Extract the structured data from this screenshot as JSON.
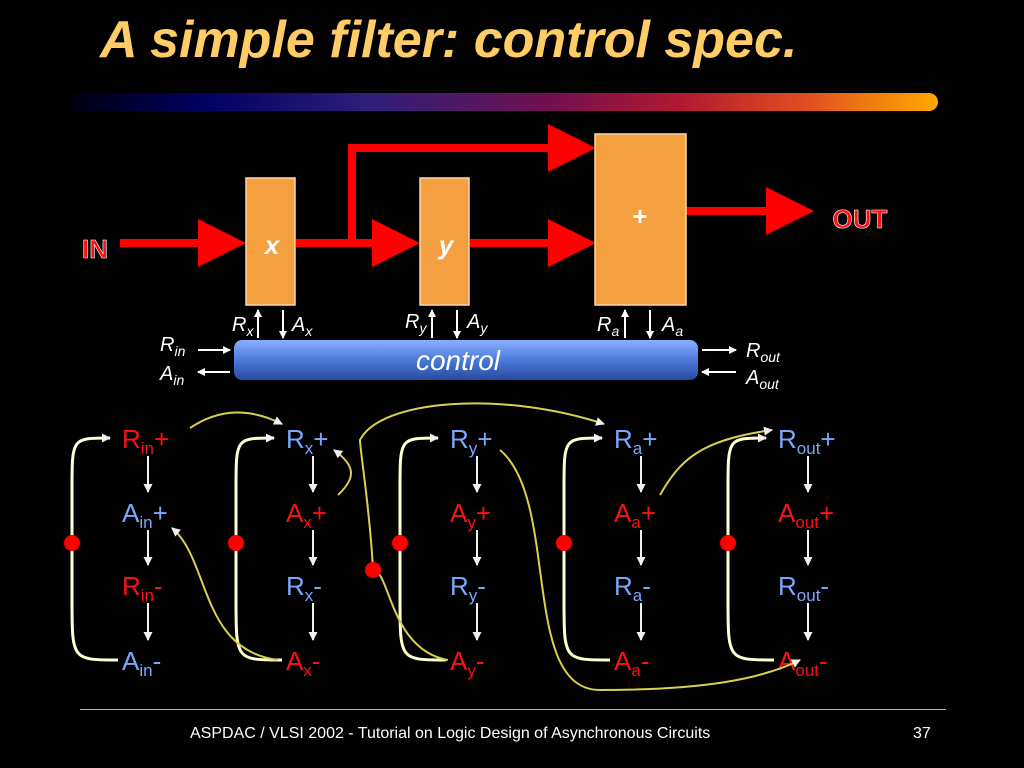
{
  "title": "A simple filter: control spec.",
  "footer": "ASPDAC / VLSI 2002 - Tutorial on Logic Design of Asynchronous Circuits",
  "page_number": "37",
  "colors": {
    "title": "#ffcc66",
    "block": "#f5a040",
    "wire": "#ff0000",
    "control_bar": "#4a7ad8",
    "red_label": "#ff1010",
    "blue_label": "#7aa8ff",
    "yellow_arc": "#d8d050",
    "bracket": "#ffffcc"
  },
  "datapath": {
    "in_label": "IN",
    "out_label": "OUT",
    "block_x": "x",
    "block_y": "y",
    "block_plus": "+",
    "control": "control"
  },
  "signals": {
    "rx": {
      "base": "R",
      "sub": "x"
    },
    "ax": {
      "base": "A",
      "sub": "x"
    },
    "ry": {
      "base": "R",
      "sub": "y"
    },
    "ay": {
      "base": "A",
      "sub": "y"
    },
    "ra": {
      "base": "R",
      "sub": "a"
    },
    "aa": {
      "base": "A",
      "sub": "a"
    },
    "rin": {
      "base": "R",
      "sub": "in"
    },
    "ain": {
      "base": "A",
      "sub": "in"
    },
    "rout": {
      "base": "R",
      "sub": "out"
    },
    "aout": {
      "base": "A",
      "sub": "out"
    }
  },
  "stg": {
    "col_in": [
      {
        "b": "R",
        "s": "in",
        "p": "+"
      },
      {
        "b": "A",
        "s": "in",
        "p": "+"
      },
      {
        "b": "R",
        "s": "in",
        "p": "-"
      },
      {
        "b": "A",
        "s": "in",
        "p": "-"
      }
    ],
    "col_x": [
      {
        "b": "R",
        "s": "x",
        "p": "+"
      },
      {
        "b": "A",
        "s": "x",
        "p": "+"
      },
      {
        "b": "R",
        "s": "x",
        "p": "-"
      },
      {
        "b": "A",
        "s": "x",
        "p": "-"
      }
    ],
    "col_y": [
      {
        "b": "R",
        "s": "y",
        "p": "+"
      },
      {
        "b": "A",
        "s": "y",
        "p": "+"
      },
      {
        "b": "R",
        "s": "y",
        "p": "-"
      },
      {
        "b": "A",
        "s": "y",
        "p": "-"
      }
    ],
    "col_a": [
      {
        "b": "R",
        "s": "a",
        "p": "+"
      },
      {
        "b": "A",
        "s": "a",
        "p": "+"
      },
      {
        "b": "R",
        "s": "a",
        "p": "-"
      },
      {
        "b": "A",
        "s": "a",
        "p": "-"
      }
    ],
    "col_out": [
      {
        "b": "R",
        "s": "out",
        "p": "+"
      },
      {
        "b": "A",
        "s": "out",
        "p": "+"
      },
      {
        "b": "R",
        "s": "out",
        "p": "-"
      },
      {
        "b": "A",
        "s": "out",
        "p": "-"
      }
    ]
  }
}
